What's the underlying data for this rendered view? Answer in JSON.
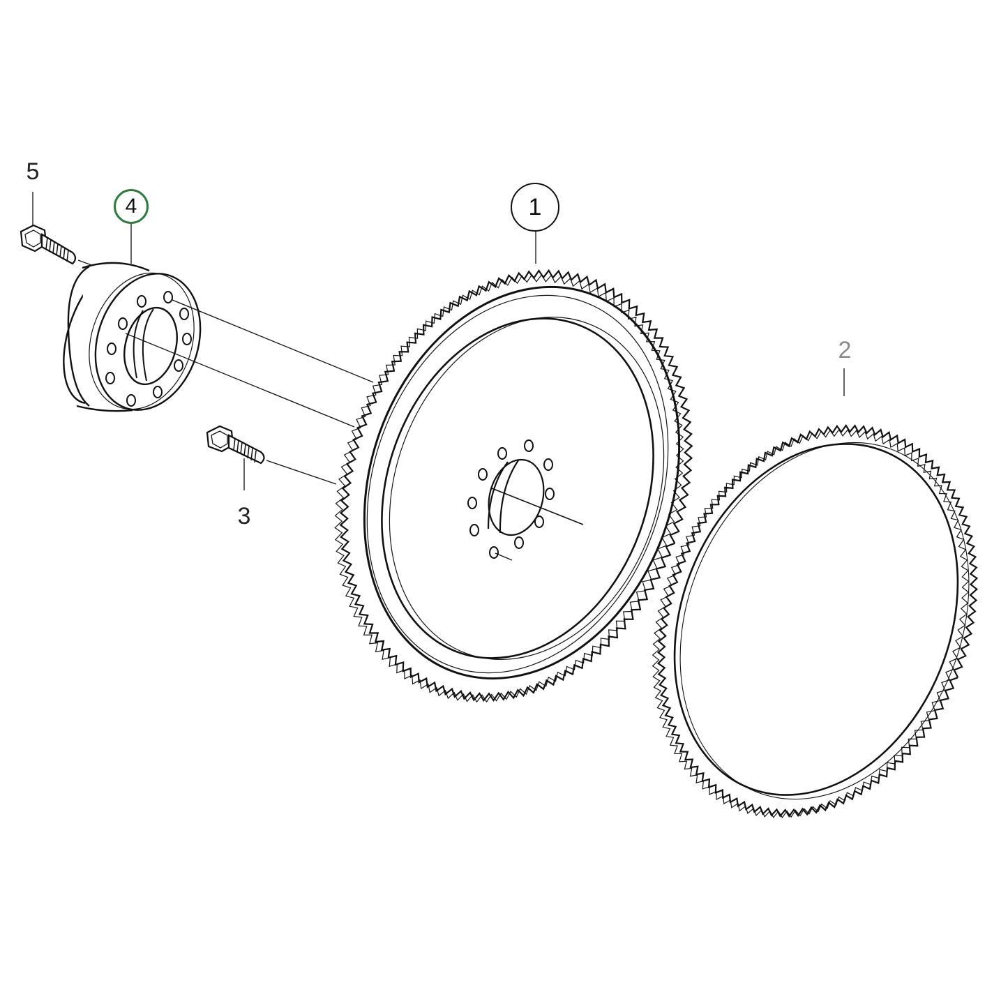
{
  "diagram": {
    "type": "exploded-parts-view",
    "subject": "flywheel assembly",
    "colors": {
      "line": "#111111",
      "background": "#ffffff",
      "highlight_green": "#2e7d3a",
      "muted_label": "#8a8a8a"
    }
  },
  "callouts": [
    {
      "id": "1",
      "label": "1",
      "part": "flywheel",
      "style": "circled",
      "color": "#111111"
    },
    {
      "id": "2",
      "label": "2",
      "part": "ring-gear",
      "style": "plain",
      "color": "#8a8a8a"
    },
    {
      "id": "3",
      "label": "3",
      "part": "flywheel-bolt",
      "style": "plain",
      "color": "#222222"
    },
    {
      "id": "4",
      "label": "4",
      "part": "hub-spacer",
      "style": "circled-highlight",
      "color": "#2e7d3a"
    },
    {
      "id": "5",
      "label": "5",
      "part": "hub-bolt",
      "style": "plain",
      "color": "#222222"
    }
  ]
}
